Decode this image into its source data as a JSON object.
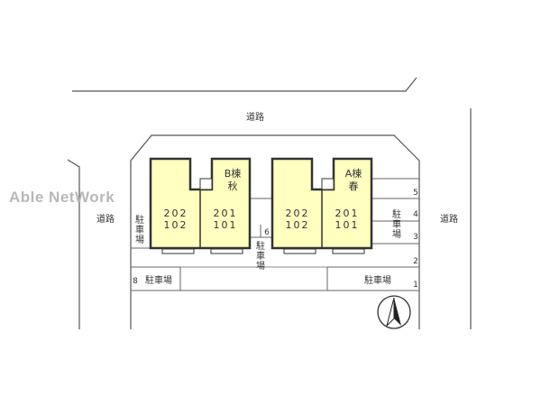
{
  "watermark": "Able NetWork",
  "roads": {
    "top": "道路",
    "left": "道路",
    "right": "道路"
  },
  "building_b": {
    "name": "B棟",
    "sub": "秋",
    "left_unit_upper": "202",
    "left_unit_lower": "102",
    "right_unit_upper": "201",
    "right_unit_lower": "101"
  },
  "building_a": {
    "name": "A棟",
    "sub": "春",
    "left_unit_upper": "202",
    "left_unit_lower": "102",
    "right_unit_upper": "201",
    "right_unit_lower": "101"
  },
  "parking": {
    "label_vertical": "駐車場",
    "label_horizontal": "駐車場",
    "left_char1": "駐",
    "left_char2": "車",
    "left_char3": "場",
    "mid_char1": "駐",
    "mid_char2": "車",
    "mid_char3": "場",
    "right_char1": "駐",
    "right_char2": "車",
    "right_char3": "場",
    "spaces": [
      "1",
      "2",
      "3",
      "4",
      "5",
      "6",
      "8"
    ]
  },
  "compass": "north-arrow",
  "colors": {
    "building_fill": "#ffffc0",
    "building_stroke": "#333333",
    "line": "#555555"
  }
}
